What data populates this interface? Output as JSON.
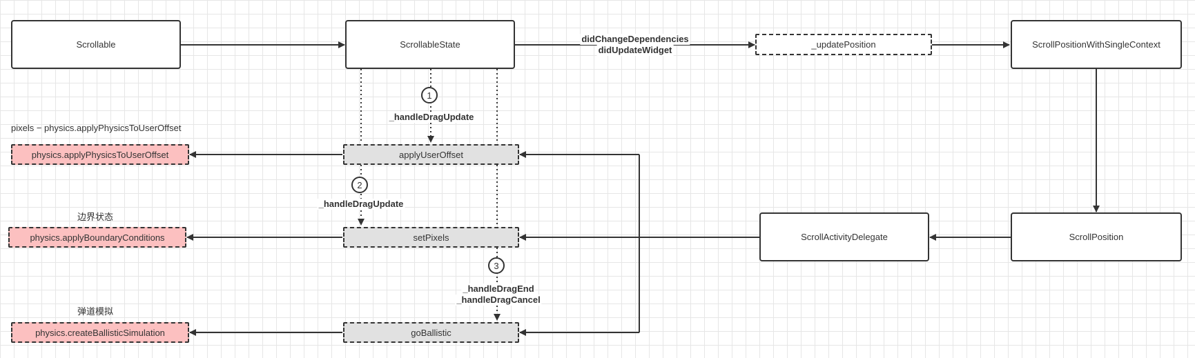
{
  "nodes": {
    "scrollable": "Scrollable",
    "scrollable_state": "ScrollableState",
    "update_position": "_updatePosition",
    "scroll_position_with_single_context": "ScrollPositionWithSingleContext",
    "apply_user_offset": "applyUserOffset",
    "set_pixels": "setPixels",
    "go_ballistic": "goBallistic",
    "scroll_activity_delegate": "ScrollActivityDelegate",
    "scroll_position": "ScrollPosition",
    "physics_apply_physics_to_user_offset": "physics.applyPhysicsToUserOffset",
    "physics_apply_boundary_conditions": "physics.applyBoundaryConditions",
    "physics_create_ballistic_simulation": "physics.createBallisticSimulation"
  },
  "edge_labels": {
    "did_change_dependencies": "didChangeDependencies",
    "did_update_widget": "didUpdateWidget",
    "handle_drag_update_1": "_handleDragUpdate",
    "handle_drag_update_2": "_handleDragUpdate",
    "handle_drag_end": "_handleDragEnd",
    "handle_drag_cancel": "_handleDragCancel"
  },
  "annotations": {
    "pixels_formula": "pixels − physics.applyPhysicsToUserOffset",
    "boundary_state": "边界状态",
    "ballistic_simulation": "弹道模拟"
  },
  "steps": [
    "1",
    "2",
    "3"
  ],
  "colors": {
    "line": "#333333",
    "gray_fill": "#e1e1e1",
    "pink_fill": "#fcc0c0"
  }
}
